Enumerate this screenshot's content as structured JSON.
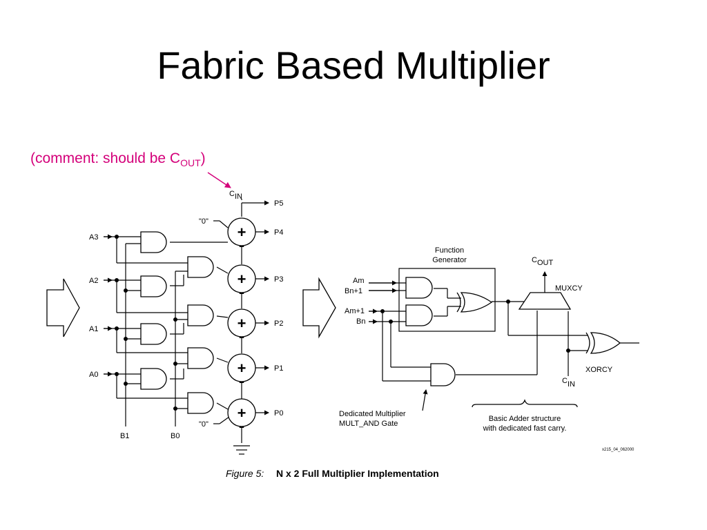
{
  "title": "Fabric Based Multiplier",
  "comment": {
    "text": "(comment: should be C",
    "sub": "OUT",
    "close": ")"
  },
  "labels": {
    "a3": "A3",
    "a2": "A2",
    "a1": "A1",
    "a0": "A0",
    "b1": "B1",
    "b0": "B0",
    "zero_top": "\"0\"",
    "zero_bottom": "\"0\"",
    "cin_c": "C",
    "cin_in": "IN",
    "p5": "P5",
    "p4": "P4",
    "p3": "P3",
    "p2": "P2",
    "p1": "P1",
    "p0": "P0",
    "plus": "+",
    "function_generator_1": "Function",
    "function_generator_2": "Generator",
    "am": "Am",
    "bn1": "Bn+1",
    "am1": "Am+1",
    "bn": "Bn",
    "cout_c": "C",
    "cout_out": "OUT",
    "muxcy": "MUXCY",
    "xorcy": "XORCY",
    "cin2_c": "C",
    "cin2_in": "IN",
    "dedicated_1": "Dedicated Multiplier",
    "dedicated_2": "MULT_AND Gate",
    "basic_adder_1": "Basic Adder structure",
    "basic_adder_2": "with dedicated fast carry.",
    "code": "x215_04_062000"
  },
  "caption": {
    "figure": "Figure 5:",
    "text": "N x 2 Full Multiplier Implementation"
  },
  "colors": {
    "comment": "#d4007a",
    "line": "#000000"
  }
}
